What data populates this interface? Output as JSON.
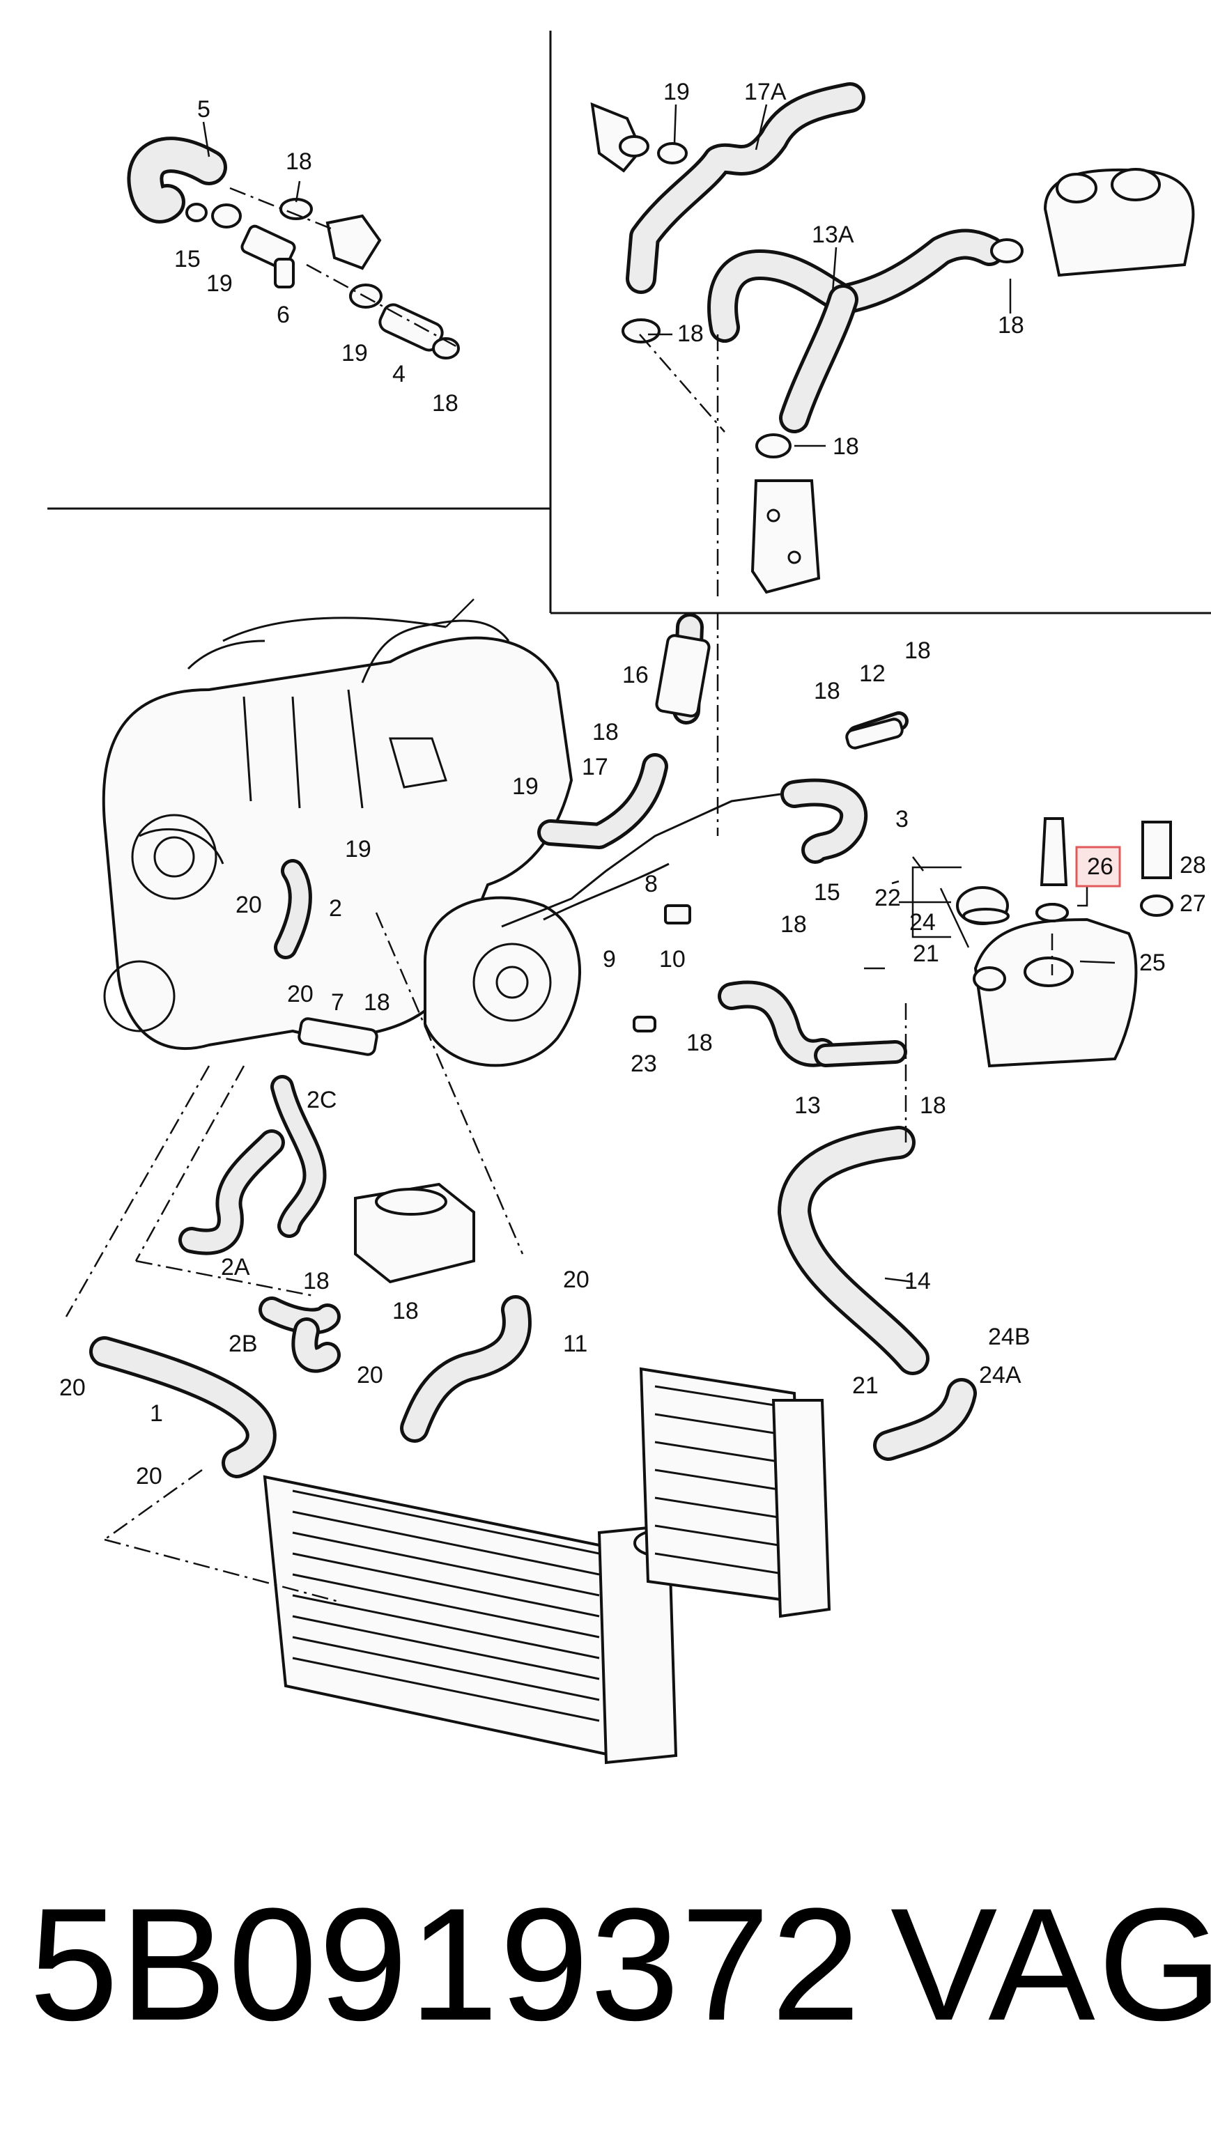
{
  "diagram": {
    "callouts": [
      {
        "id": "c5",
        "text": "5"
      },
      {
        "id": "c18a",
        "text": "18"
      },
      {
        "id": "c15a",
        "text": "15"
      },
      {
        "id": "c19a",
        "text": "19"
      },
      {
        "id": "c6",
        "text": "6"
      },
      {
        "id": "c19b",
        "text": "19"
      },
      {
        "id": "c4",
        "text": "4"
      },
      {
        "id": "c18b",
        "text": "18"
      },
      {
        "id": "c19c",
        "text": "19"
      },
      {
        "id": "c17A",
        "text": "17A"
      },
      {
        "id": "c13A",
        "text": "13A"
      },
      {
        "id": "c18c",
        "text": "18"
      },
      {
        "id": "c18d",
        "text": "18"
      },
      {
        "id": "c18e",
        "text": "18"
      },
      {
        "id": "c16",
        "text": "16"
      },
      {
        "id": "c18f",
        "text": "18"
      },
      {
        "id": "c12",
        "text": "12"
      },
      {
        "id": "c18g",
        "text": "18"
      },
      {
        "id": "c18h",
        "text": "18"
      },
      {
        "id": "c17",
        "text": "17"
      },
      {
        "id": "c19d",
        "text": "19"
      },
      {
        "id": "c3",
        "text": "3"
      },
      {
        "id": "c19e",
        "text": "19"
      },
      {
        "id": "c2",
        "text": "2"
      },
      {
        "id": "c20a",
        "text": "20"
      },
      {
        "id": "c8",
        "text": "8"
      },
      {
        "id": "c15b",
        "text": "15"
      },
      {
        "id": "c18i",
        "text": "18"
      },
      {
        "id": "c9",
        "text": "9"
      },
      {
        "id": "c10",
        "text": "10"
      },
      {
        "id": "c22",
        "text": "22"
      },
      {
        "id": "c24",
        "text": "24"
      },
      {
        "id": "c28",
        "text": "28"
      },
      {
        "id": "c27",
        "text": "27"
      },
      {
        "id": "c25",
        "text": "25"
      },
      {
        "id": "c21a",
        "text": "21"
      },
      {
        "id": "c20b",
        "text": "20"
      },
      {
        "id": "c7",
        "text": "7"
      },
      {
        "id": "c18j",
        "text": "18"
      },
      {
        "id": "c18k",
        "text": "18"
      },
      {
        "id": "c23",
        "text": "23"
      },
      {
        "id": "c13",
        "text": "13"
      },
      {
        "id": "c18l",
        "text": "18"
      },
      {
        "id": "c2C",
        "text": "2C"
      },
      {
        "id": "c14",
        "text": "14"
      },
      {
        "id": "c2A",
        "text": "2A"
      },
      {
        "id": "c18m",
        "text": "18"
      },
      {
        "id": "c20c",
        "text": "20"
      },
      {
        "id": "c18n",
        "text": "18"
      },
      {
        "id": "c2B",
        "text": "2B"
      },
      {
        "id": "c24B",
        "text": "24B"
      },
      {
        "id": "c24A",
        "text": "24A"
      },
      {
        "id": "c11",
        "text": "11"
      },
      {
        "id": "c20d",
        "text": "20"
      },
      {
        "id": "c20e",
        "text": "20"
      },
      {
        "id": "c1",
        "text": "1"
      },
      {
        "id": "c21b",
        "text": "21"
      },
      {
        "id": "c20f",
        "text": "20"
      }
    ],
    "highlight": {
      "text": "26",
      "color": "#e05a5a"
    }
  },
  "footer": {
    "part_number": "5B0919372",
    "brand": "VAG"
  }
}
